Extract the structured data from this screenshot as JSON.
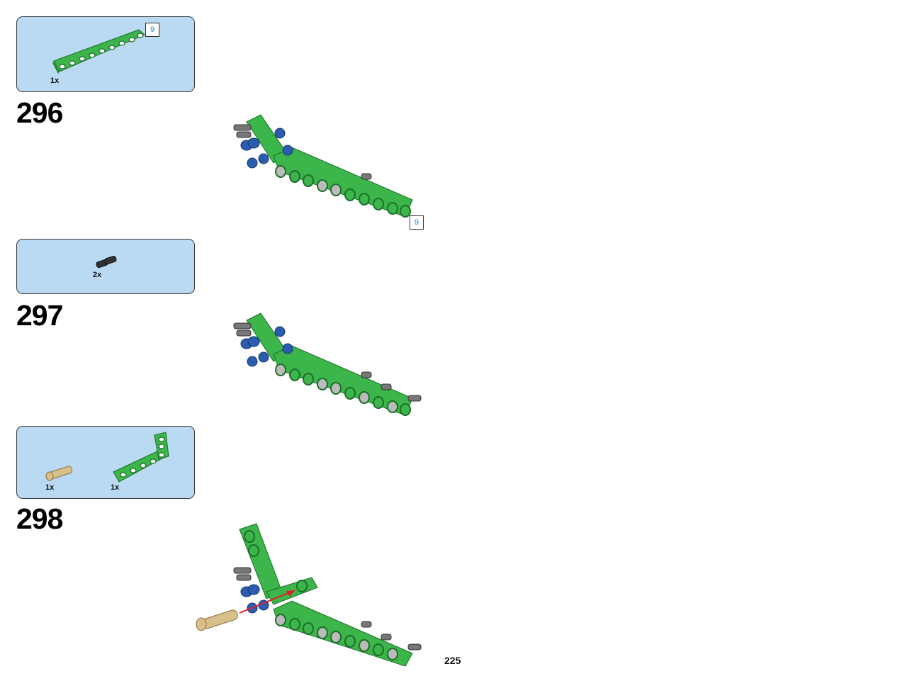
{
  "steps": [
    {
      "number": "296",
      "parts": [
        {
          "qty": "1x",
          "icon": "green-beam-9-icon"
        }
      ],
      "part_length_badge": "9",
      "model_length_badge": "9"
    },
    {
      "number": "297",
      "parts": [
        {
          "qty": "2x",
          "icon": "black-pin-icon"
        }
      ]
    },
    {
      "number": "298",
      "parts": [
        {
          "qty": "1x",
          "icon": "tan-axle-pin-icon"
        },
        {
          "qty": "1x",
          "icon": "green-l-beam-icon"
        }
      ]
    }
  ],
  "page_number": "225",
  "colors": {
    "box_bg": "#bad9f3",
    "beam_green": "#3cb54a",
    "pin_blue": "#2a5db0",
    "pin_tan": "#d9c08a",
    "arrow_red": "#e0202a",
    "badge_text": "#1f8fd6"
  }
}
